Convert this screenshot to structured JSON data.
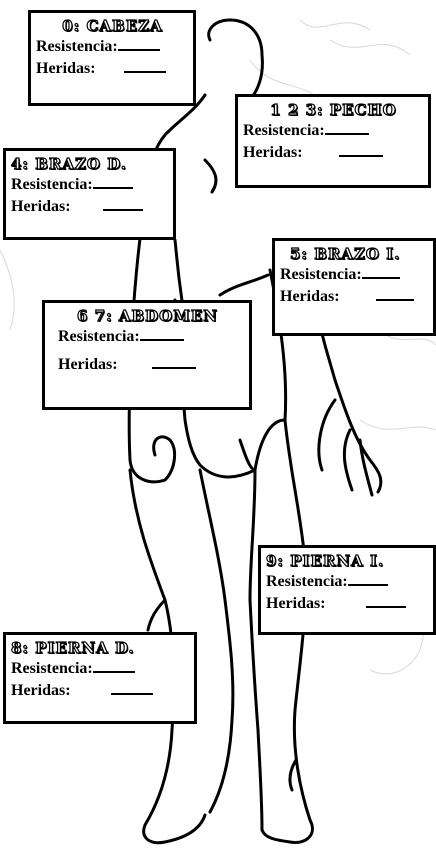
{
  "labels": {
    "resistencia": "Resistencia:",
    "heridas": "Heridas:"
  },
  "zones": {
    "cabeza": {
      "title": "0: CABEZA"
    },
    "pecho": {
      "title": "1 2 3: PECHO"
    },
    "brazo_d": {
      "title": "4: BRAZO D."
    },
    "brazo_i": {
      "title": "5: BRAZO I."
    },
    "abdomen": {
      "title": "6 7: ABDOMEN"
    },
    "pierna_d": {
      "title": "8: PIERNA D."
    },
    "pierna_i": {
      "title": "9: PIERNA I."
    }
  }
}
